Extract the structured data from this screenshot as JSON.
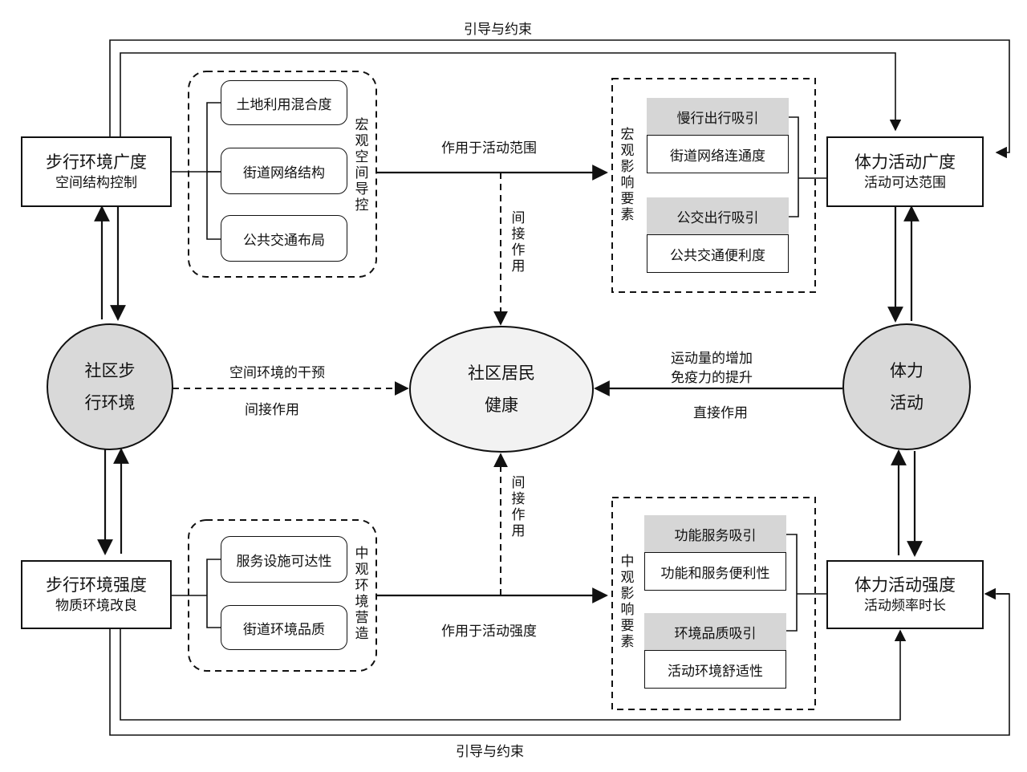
{
  "top_label": "引导与约束",
  "bottom_label": "引导与约束",
  "left_top_box": {
    "title": "步行环境广度",
    "subtitle": "空间结构控制"
  },
  "left_bottom_box": {
    "title": "步行环境强度",
    "subtitle": "物质环境改良"
  },
  "right_top_box": {
    "title": "体力活动广度",
    "subtitle": "活动可达范围"
  },
  "right_bottom_box": {
    "title": "体力活动强度",
    "subtitle": "活动频率时长"
  },
  "left_circle": {
    "line1": "社区步",
    "line2": "行环境"
  },
  "right_circle": {
    "line1": "体力",
    "line2": "活动"
  },
  "center_ellipse": {
    "line1": "社区居民",
    "line2": "健康"
  },
  "macro_group": {
    "items": [
      "土地利用混合度",
      "街道网络结构",
      "公共交通布局"
    ],
    "side_label": "宏观空间导控"
  },
  "meso_group": {
    "items": [
      "服务设施可达性",
      "街道环境品质"
    ],
    "side_label": "中观环境营造"
  },
  "macro_factors": {
    "side_label": "宏观影响要素",
    "gray1": "慢行出行吸引",
    "white1": "街道网络连通度",
    "gray2": "公交出行吸引",
    "white2": "公共交通便利度"
  },
  "meso_factors": {
    "side_label": "中观影响要素",
    "gray1": "功能服务吸引",
    "white1": "功能和服务便利性",
    "gray2": "环境品质吸引",
    "white2": "活动环境舒适性"
  },
  "arrow_labels": {
    "top_mid": "作用于活动范围",
    "bottom_mid": "作用于活动强度",
    "indirect_top": "间接作用",
    "indirect_bottom": "间接作用",
    "left_mid_top": "空间环境的干预",
    "left_mid_bottom": "间接作用",
    "right_mid_1": "运动量的增加",
    "right_mid_2": "免疫力的提升",
    "right_mid_bottom": "直接作用"
  }
}
